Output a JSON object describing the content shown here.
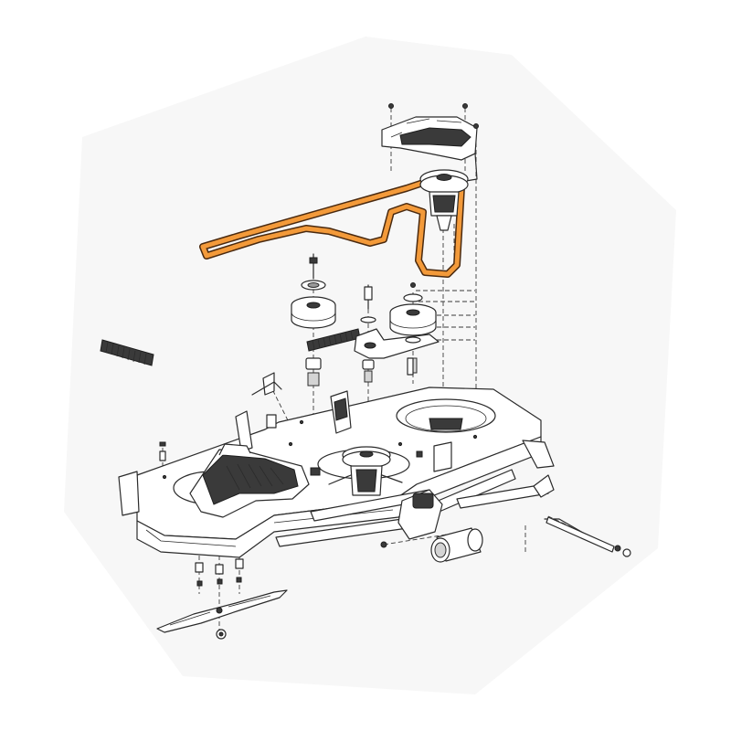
{
  "colors": {
    "belt": "#f39a3a",
    "belt_edge": "#4a2a10",
    "line": "#2b2b2b",
    "part_dark": "#3a3a3a",
    "part_mid": "#9a9a9a",
    "part_light": "#d4d4d4",
    "background": "#ffffff"
  },
  "parts": [
    {
      "id": "drive-belt",
      "icon": "belt-icon"
    },
    {
      "id": "belt-cover",
      "icon": "cover-icon"
    },
    {
      "id": "center-spindle",
      "icon": "spindle-icon"
    },
    {
      "id": "idler-pulley-left",
      "icon": "pulley-icon"
    },
    {
      "id": "idler-pulley-right",
      "icon": "pulley-icon"
    },
    {
      "id": "idler-arm",
      "icon": "arm-icon"
    },
    {
      "id": "tension-spring",
      "icon": "spring-icon"
    },
    {
      "id": "spare-spring",
      "icon": "spring-icon"
    },
    {
      "id": "mower-deck",
      "icon": "deck-icon"
    },
    {
      "id": "left-spindle-cover",
      "icon": "cover-icon"
    },
    {
      "id": "deck-spindle",
      "icon": "spindle-icon"
    },
    {
      "id": "gauge-roller",
      "icon": "roller-icon"
    },
    {
      "id": "lift-rod",
      "icon": "rod-icon"
    },
    {
      "id": "hitch-bracket",
      "icon": "bracket-icon"
    },
    {
      "id": "mower-blade",
      "icon": "blade-icon"
    }
  ]
}
